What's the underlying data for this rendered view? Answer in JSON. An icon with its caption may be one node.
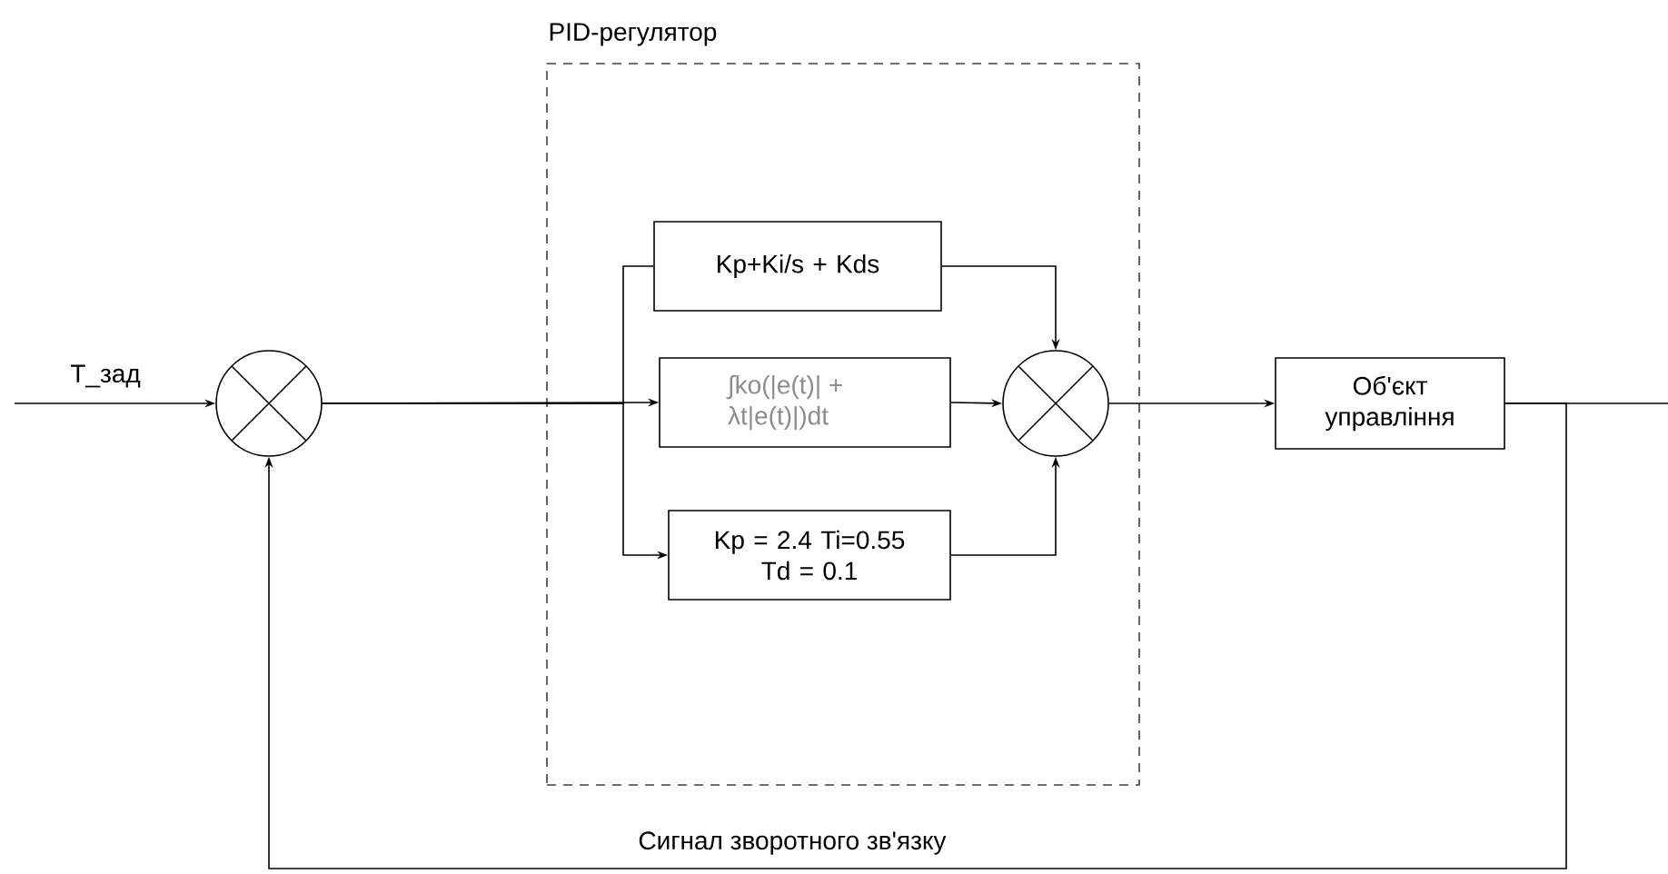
{
  "diagram": {
    "nodes": [
      {
        "text": [],
        "shape": "circle"
      },
      {
        "text": [
          "PID-регулятор"
        ]
      },
      {
        "text": [
          "Kp+Ki/s + Kds"
        ],
        "in": 1
      },
      {
        "text": [
          "∫ko(|e(t)| + λt|e(t)|)dt"
        ],
        "in": 1
      },
      {
        "text": [
          "Kp = 2.4 Ti=0.55 Td = 0.1"
        ],
        "in": 1
      },
      {
        "text": [],
        "shape": "circle",
        "in": 1
      },
      {
        "text": [
          "Об'єкт управління"
        ]
      }
    ],
    "edges": [
      {
        "from": null,
        "to": 0,
        "arrow": "to",
        "label": "T_зад"
      },
      {
        "from": 0,
        "to": 3,
        "arrow": "to"
      },
      {
        "from": 0,
        "to": 2,
        "arrow": "none"
      },
      {
        "from": 0,
        "to": 4,
        "arrow": "to"
      },
      {
        "from": 2,
        "to": 5,
        "arrow": "to"
      },
      {
        "from": 3,
        "to": 5,
        "arrow": "to"
      },
      {
        "from": 4,
        "to": 5,
        "arrow": "to"
      },
      {
        "from": 5,
        "to": 6,
        "arrow": "to"
      },
      {
        "from": 6,
        "to": null,
        "arrow": "none"
      },
      {
        "from": 6,
        "to": 0,
        "arrow": "to",
        "label": "Сигнал зворотного зв'язку"
      }
    ]
  }
}
